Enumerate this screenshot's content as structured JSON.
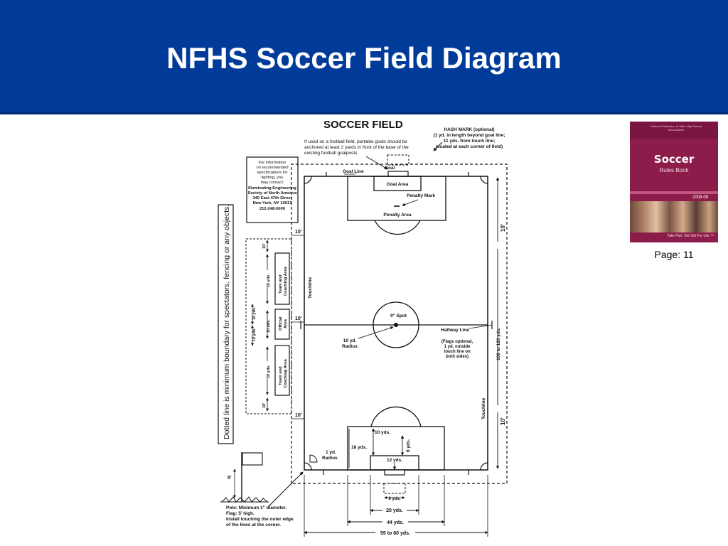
{
  "slide": {
    "title": "NFHS Soccer Field Diagram",
    "page_label": "Page: 11",
    "banner_color": "#003b99"
  },
  "book": {
    "publisher": "National Federation of State High School Associations",
    "title": "Soccer",
    "subtitle": "Rules Book",
    "year": "2008-09",
    "slogan": "Take Part. Get Set For Life.™",
    "cover_color": "#8c1d4a"
  },
  "diagram": {
    "heading": "SOCCER FIELD",
    "goal_note": [
      "If used on a football field, portable goals should be",
      "anchored at least 2 yards in front of the base of the",
      "existing football goalposts."
    ],
    "hash_note": [
      "HASH MARK (optional)",
      "(1 yd. in length beyond goal line;",
      "11 yds. from touch line;",
      "located at each corner of field)"
    ],
    "lighting_note": [
      "For information",
      "on recommended",
      "specifications for",
      "lighting, you",
      "may contact:",
      "Illuminating Engineering",
      "Society of North America",
      "345 East 47th Street",
      "New York, NY 10017",
      "212-248-5000"
    ],
    "boundary_note": "Dotted line is minimum boundary for spectators, fencing or any objects.",
    "pole_note": [
      "Pole: Minimum 1\" diameter.",
      "Flag: 5' high.",
      "Install touching the outer edge",
      "of the lines at the corner."
    ],
    "flags_note": [
      "(Flags optional,",
      "1 yd. outside",
      "touch line on",
      "both sides)"
    ],
    "labels": {
      "goal": "Goal",
      "goal_line": "Goal Line",
      "goal_area": "Goal Area",
      "penalty_mark": "Penalty Mark",
      "penalty_area": "Penalty Area",
      "touchline": "Touchline",
      "spot": "9\" Spot",
      "halfway_line": "Halfway Line",
      "center_radius": [
        "10 yd.",
        "Radius"
      ],
      "corner_radius": [
        "1 yd.",
        "Radius"
      ],
      "team_area": [
        "Team and",
        "Coaching Area"
      ],
      "official_area": [
        "Official",
        "Area"
      ]
    },
    "dimensions": {
      "ten_ft": "10'",
      "five_ft": "5'",
      "ten_yds": "10 yds.",
      "eighteen_yds": "18 yds.",
      "six_yds": "6 yds.",
      "twelve_yds": "12 yds.",
      "eight_yds": "8 yds.",
      "twenty_yds": "20 yds.",
      "forty_four_yds": "44 yds.",
      "width_range": "55 to 80 yds.",
      "length_range": "100 to 120 yds."
    }
  }
}
